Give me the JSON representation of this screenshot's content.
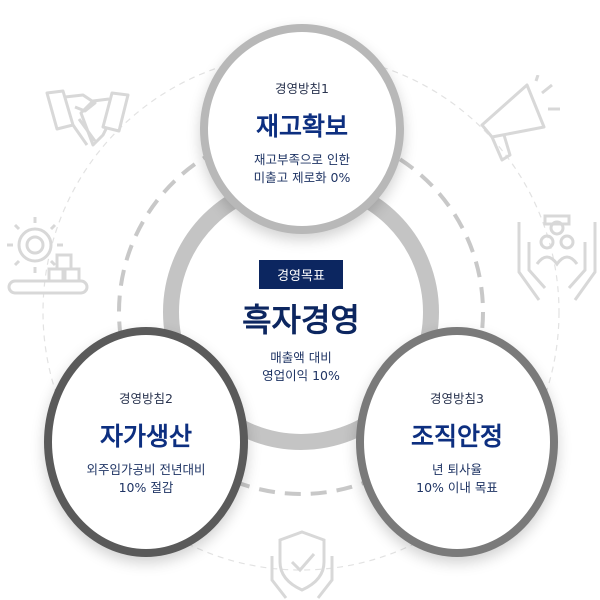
{
  "goal": {
    "badge": "경영목표",
    "title": "흑자경영",
    "desc_line1": "매출액 대비",
    "desc_line2": "영업이익 10%"
  },
  "policies": [
    {
      "label": "경영방침1",
      "title": "재고확보",
      "desc_line1": "재고부족으로 인한",
      "desc_line2": "미출고 제로화 0%"
    },
    {
      "label": "경영방침2",
      "title": "자가생산",
      "desc_line1": "외주임가공비 전년대비",
      "desc_line2": "10% 절감"
    },
    {
      "label": "경영방침3",
      "title": "조직안정",
      "desc_line1": "년 퇴사율",
      "desc_line2": "10% 이내 목표"
    }
  ],
  "colors": {
    "navy": "#0c2660",
    "title_blue": "#0d2f80",
    "ring_light": "#c4c4c4",
    "ring_dark": "#5a5a5a",
    "ring_mid": "#7a7a7a"
  }
}
